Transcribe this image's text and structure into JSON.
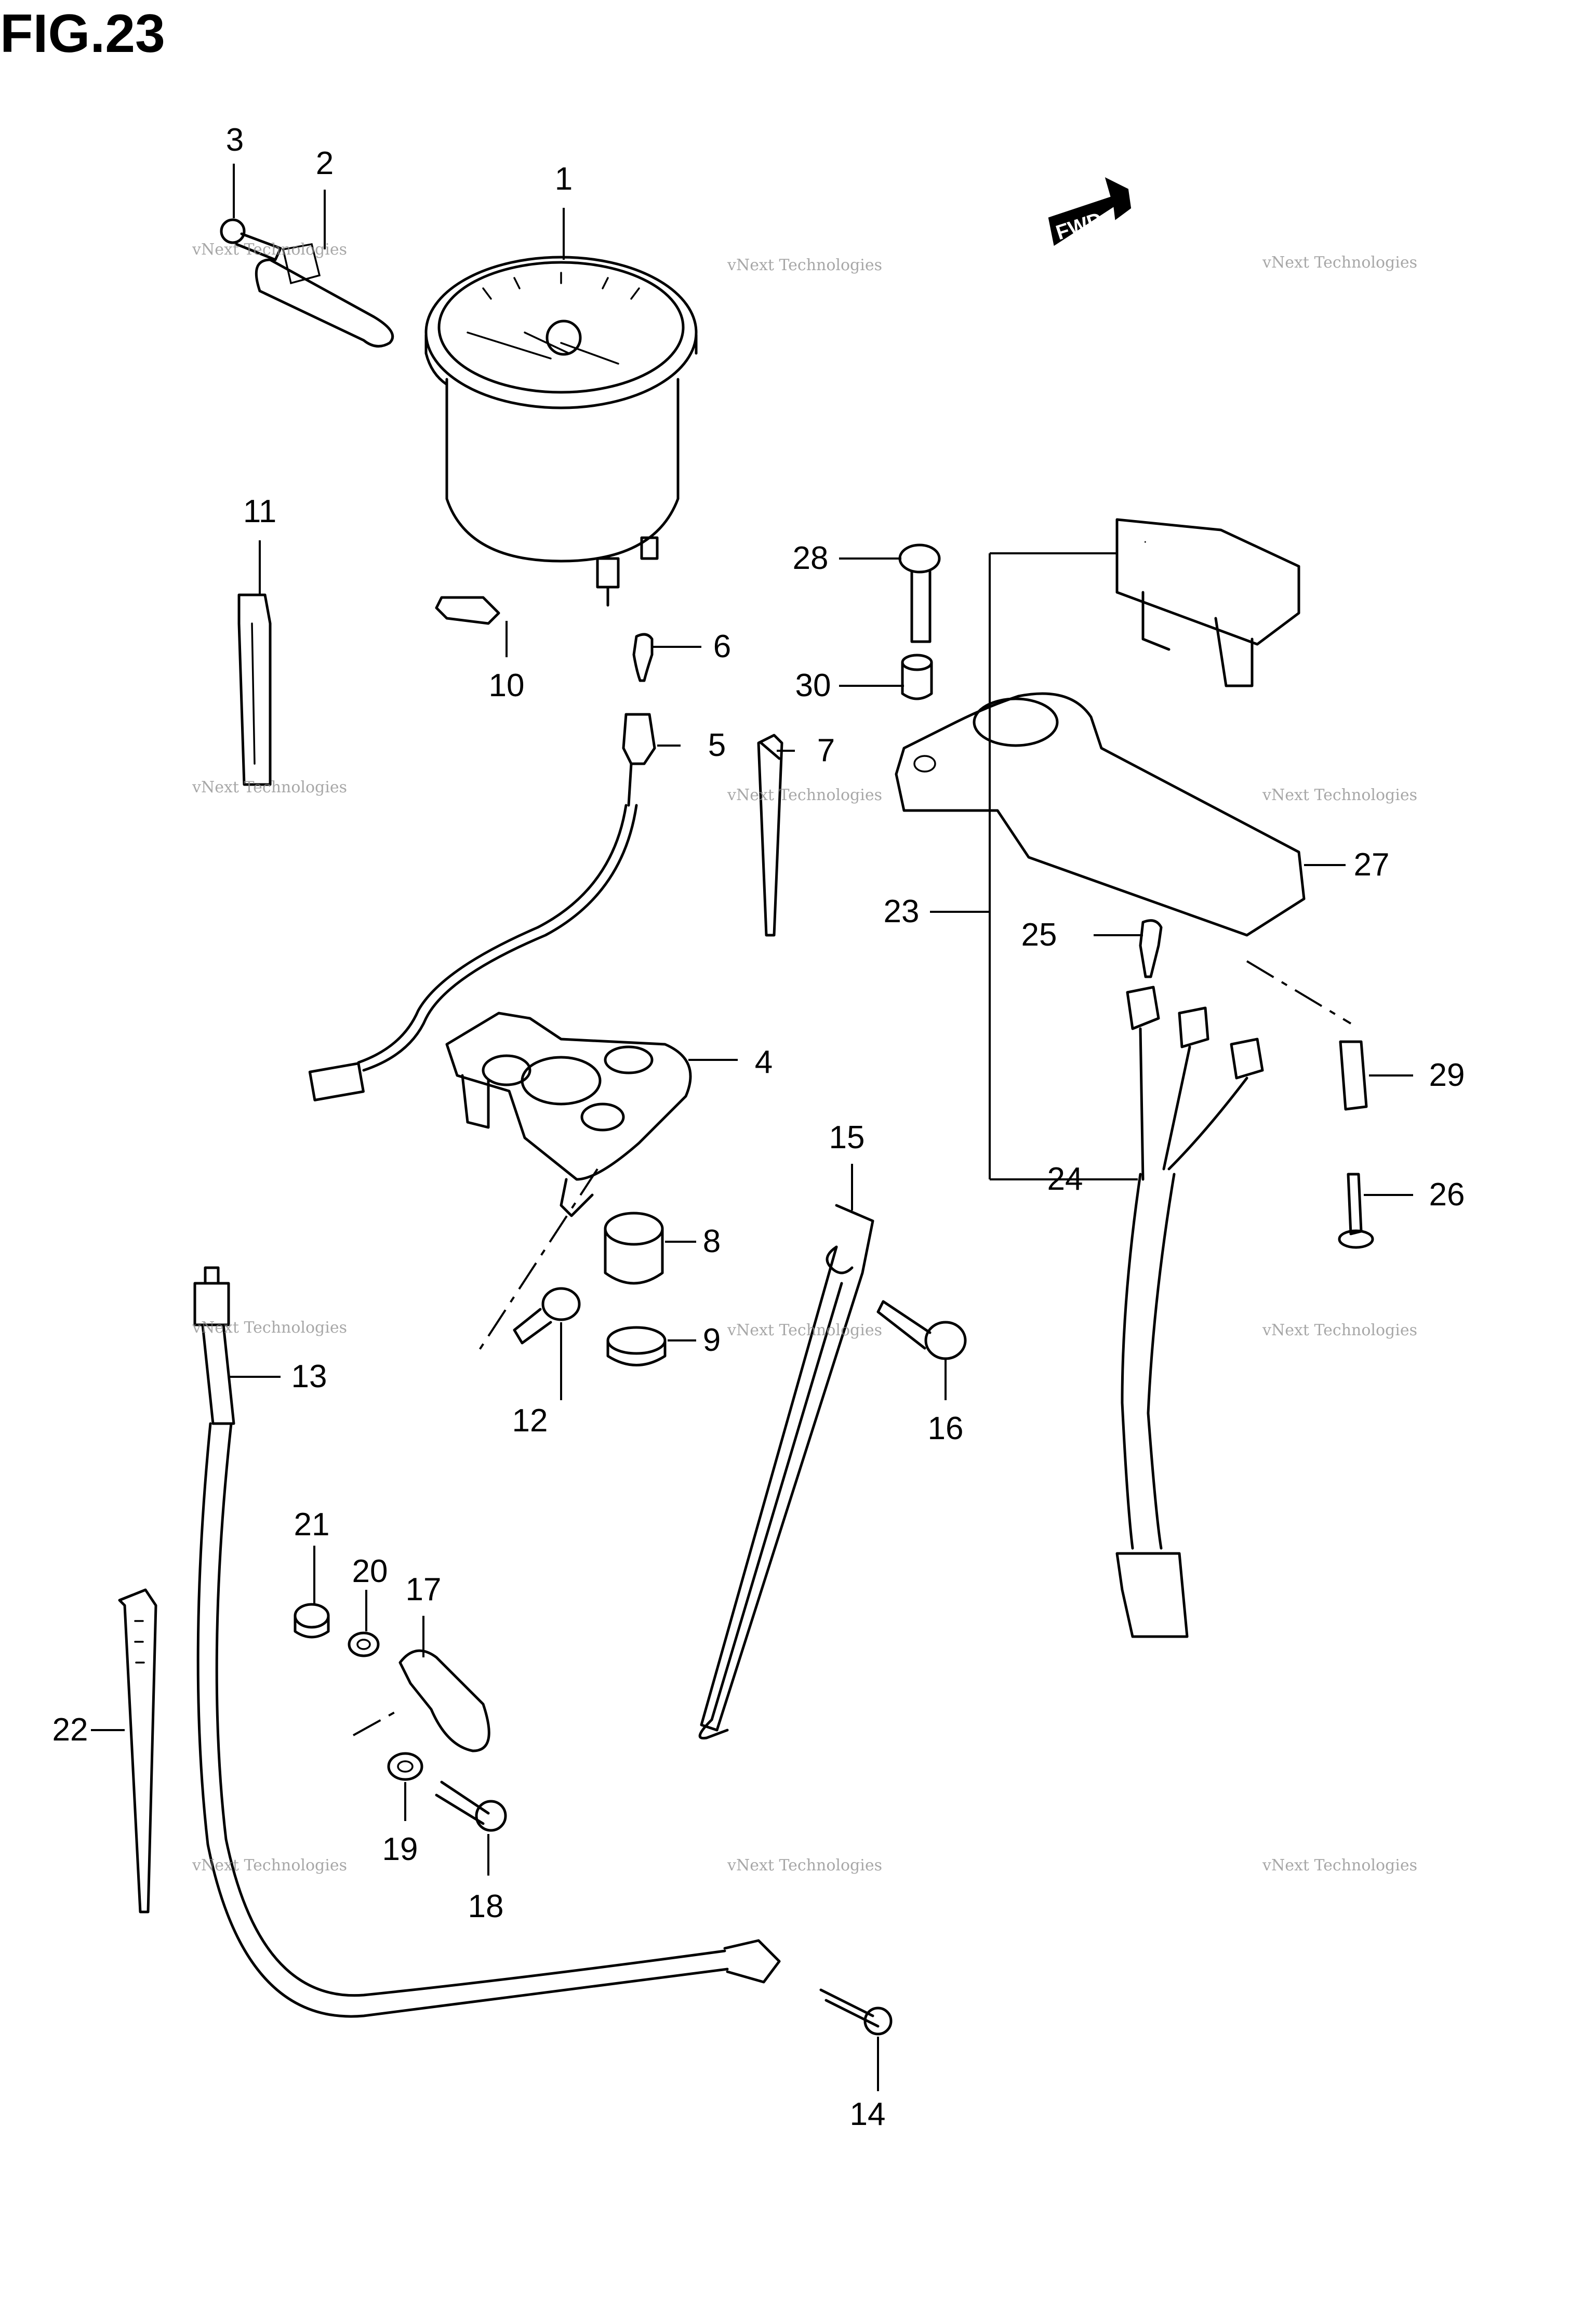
{
  "figure": {
    "title": "FIG.23"
  },
  "direction_badge": "FWD",
  "watermark": {
    "line1": "vNext Technologies",
    "line2": "vNext Technologies"
  },
  "callouts": [
    {
      "id": "c1",
      "label": "1"
    },
    {
      "id": "c2",
      "label": "2"
    },
    {
      "id": "c3",
      "label": "3"
    },
    {
      "id": "c4",
      "label": "4"
    },
    {
      "id": "c5",
      "label": "5"
    },
    {
      "id": "c6",
      "label": "6"
    },
    {
      "id": "c7",
      "label": "7"
    },
    {
      "id": "c8",
      "label": "8"
    },
    {
      "id": "c9",
      "label": "9"
    },
    {
      "id": "c10",
      "label": "10"
    },
    {
      "id": "c11",
      "label": "11"
    },
    {
      "id": "c12",
      "label": "12"
    },
    {
      "id": "c13",
      "label": "13"
    },
    {
      "id": "c14",
      "label": "14"
    },
    {
      "id": "c15",
      "label": "15"
    },
    {
      "id": "c16",
      "label": "16"
    },
    {
      "id": "c17",
      "label": "17"
    },
    {
      "id": "c18",
      "label": "18"
    },
    {
      "id": "c19",
      "label": "19"
    },
    {
      "id": "c20",
      "label": "20"
    },
    {
      "id": "c21",
      "label": "21"
    },
    {
      "id": "c22",
      "label": "22"
    },
    {
      "id": "c23",
      "label": "23"
    },
    {
      "id": "c24",
      "label": "24"
    },
    {
      "id": "c25",
      "label": "25"
    },
    {
      "id": "c26",
      "label": "26"
    },
    {
      "id": "c27",
      "label": "27"
    },
    {
      "id": "c28",
      "label": "28"
    },
    {
      "id": "c29",
      "label": "29"
    },
    {
      "id": "c30",
      "label": "30"
    }
  ]
}
